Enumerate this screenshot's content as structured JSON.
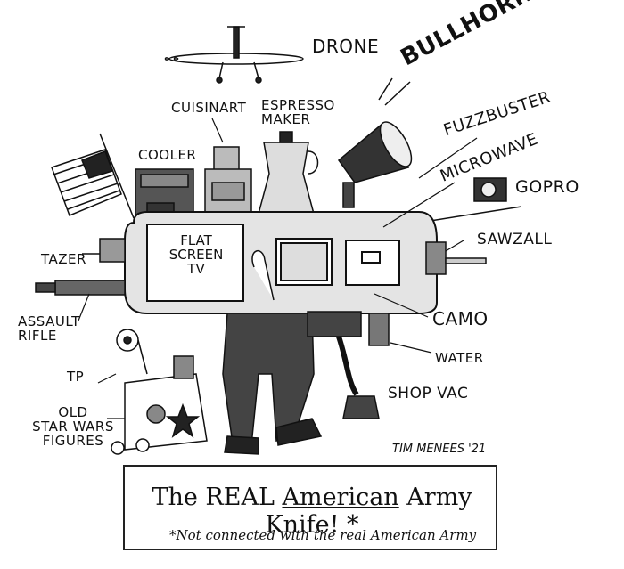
{
  "labels": {
    "drone": "DRONE",
    "cuisinart": "CUISINART",
    "espresso": "ESPRESSO\nMAKER",
    "bullhorn": "BULLHORN!!!",
    "fuzzbuster": "FUZZBUSTER",
    "microwave": "MICROWAVE",
    "gopro": "GOPRO",
    "cooler": "COOLER",
    "sawzall": "SAWZALL",
    "tazer": "TAZER",
    "assault_rifle": "ASSAULT\nRIFLE",
    "camo": "CAMO",
    "water": "WATER",
    "tp": "TP",
    "shop_vac": "SHOP VAC",
    "old_star_wars": "OLD\nSTAR WARS\nFIGURES",
    "flat_screen_tv": "FLAT\nSCREEN\nTV"
  },
  "signature": "TIM MENEES '21",
  "caption": {
    "before": "The REAL ",
    "underlined": "American",
    "after": " Army Knife! *",
    "footnote": "*Not connected with the real American Army"
  }
}
